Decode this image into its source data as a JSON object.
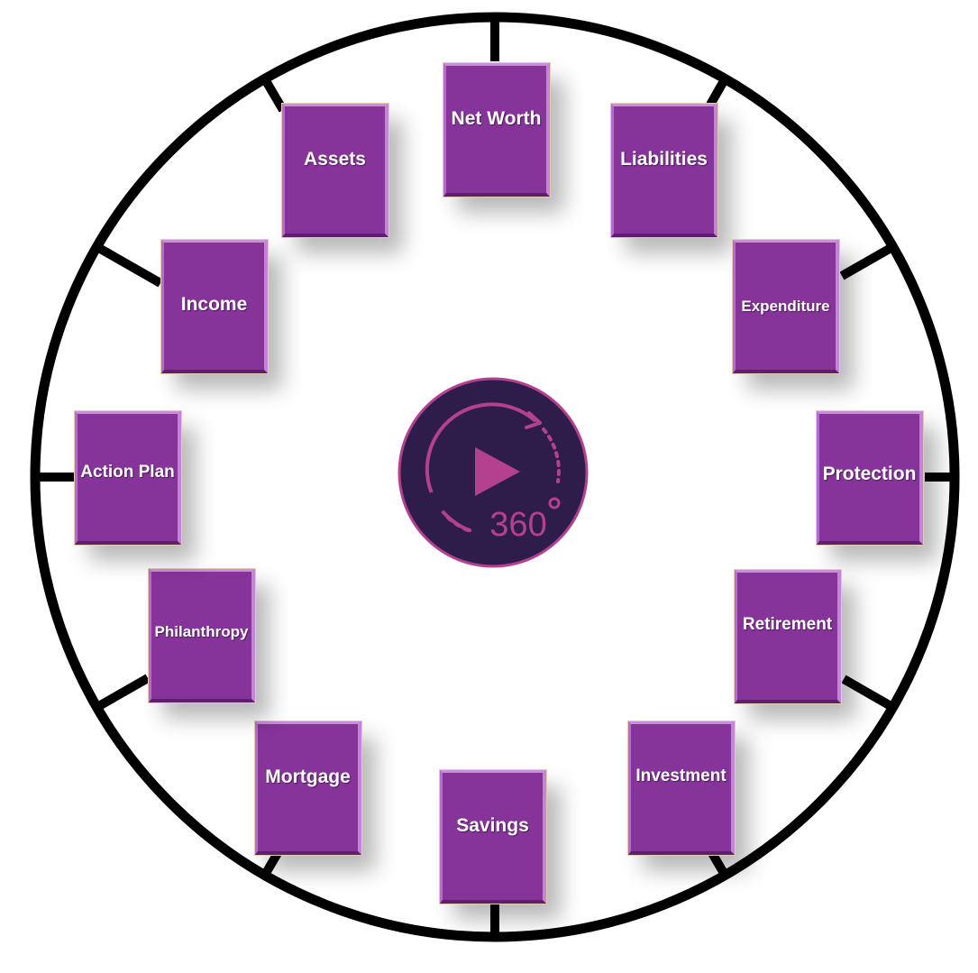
{
  "colors": {
    "ring": "#000000",
    "tile": "#86339a",
    "badge_bg": "#2e1d4b",
    "badge_accent": "#b3418f"
  },
  "center": {
    "icon": "play-360-icon",
    "label": "360"
  },
  "tiles": [
    {
      "id": "net-worth",
      "label": "Net Worth"
    },
    {
      "id": "liabilities",
      "label": "Liabilities"
    },
    {
      "id": "expenditure",
      "label": "Expenditure"
    },
    {
      "id": "protection",
      "label": "Protection"
    },
    {
      "id": "retirement",
      "label": "Retirement"
    },
    {
      "id": "investment",
      "label": "Investment"
    },
    {
      "id": "savings",
      "label": "Savings"
    },
    {
      "id": "mortgage",
      "label": "Mortgage"
    },
    {
      "id": "philanthropy",
      "label": "Philanthropy"
    },
    {
      "id": "action-plan",
      "label": "Action Plan"
    },
    {
      "id": "income",
      "label": "Income"
    },
    {
      "id": "assets",
      "label": "Assets"
    }
  ]
}
